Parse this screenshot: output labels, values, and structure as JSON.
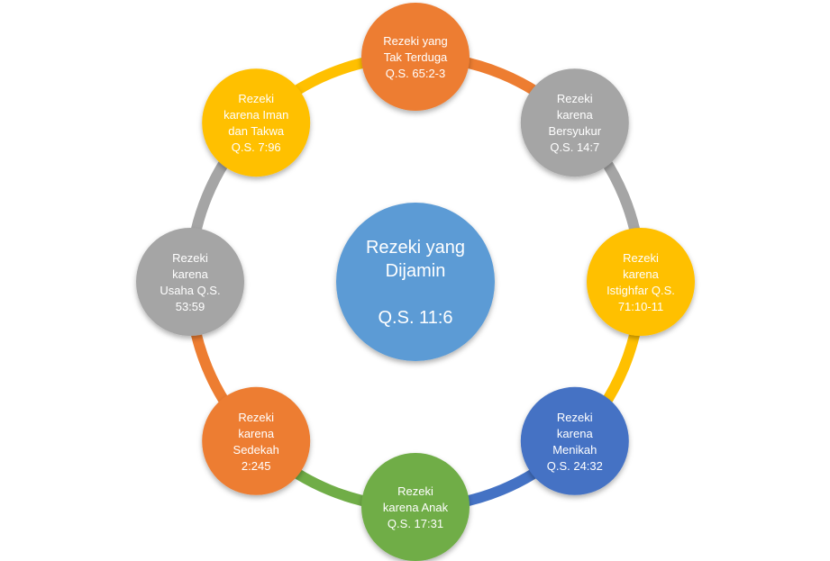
{
  "diagram": {
    "center": {
      "lines": [
        "Rezeki yang",
        "Dijamin",
        "",
        "Q.S. 11:6"
      ],
      "color": "#5b9bd5"
    },
    "nodes": [
      {
        "id": "tak-terduga",
        "lines": [
          "Rezeki yang",
          "Tak Terduga",
          "Q.S. 65:2-3"
        ],
        "color": "#ed7d31"
      },
      {
        "id": "bersyukur",
        "lines": [
          "Rezeki",
          "karena",
          "Bersyukur",
          "Q.S. 14:7"
        ],
        "color": "#a5a5a5"
      },
      {
        "id": "istighfar",
        "lines": [
          "Rezeki",
          "karena",
          "Istighfar Q.S.",
          "71:10-11"
        ],
        "color": "#ffc000"
      },
      {
        "id": "menikah",
        "lines": [
          "Rezeki",
          "karena",
          "Menikah",
          "Q.S. 24:32"
        ],
        "color": "#4472c4"
      },
      {
        "id": "anak",
        "lines": [
          "Rezeki",
          "karena Anak",
          "Q.S. 17:31"
        ],
        "color": "#70ad47"
      },
      {
        "id": "sedekah",
        "lines": [
          "Rezeki",
          "karena",
          "Sedekah",
          "2:245"
        ],
        "color": "#ed7d31"
      },
      {
        "id": "usaha",
        "lines": [
          "Rezeki",
          "karena",
          "Usaha Q.S.",
          "53:59"
        ],
        "color": "#a5a5a5"
      },
      {
        "id": "iman-takwa",
        "lines": [
          "Rezeki",
          "karena Iman",
          "dan Takwa",
          "Q.S. 7:96"
        ],
        "color": "#ffc000"
      }
    ]
  }
}
